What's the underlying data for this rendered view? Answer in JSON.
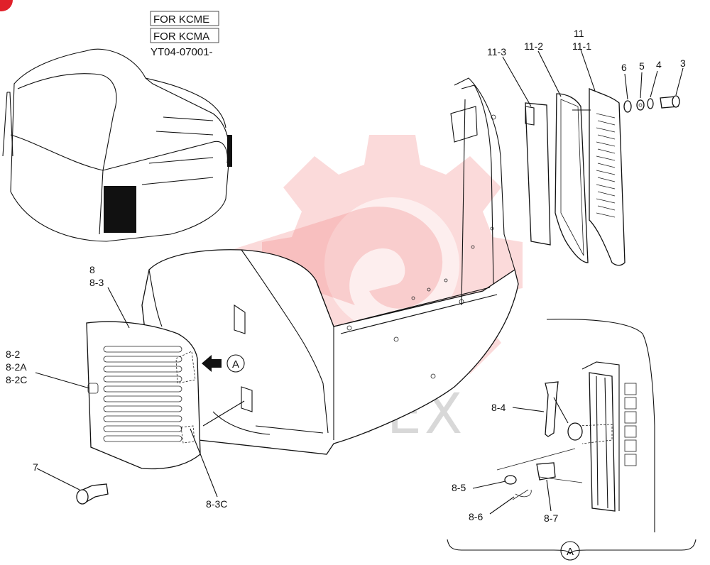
{
  "header": {
    "box1": "FOR KCME",
    "box2": "FOR KCMA",
    "serial": "YT04-07001-"
  },
  "corner_badge": {
    "color": "#e0202a"
  },
  "watermark": {
    "text": "ИНТЕХ",
    "color": "#f07a7a"
  },
  "callouts": {
    "p11": "11",
    "p11_1": "11-1",
    "p11_2": "11-2",
    "p11_3": "11-3",
    "p6": "6",
    "p5": "5",
    "p4": "4",
    "p3": "3",
    "p8": "8",
    "p8_3": "8-3",
    "p8_2": "8-2",
    "p8_2A": "8-2A",
    "p8_2C": "8-2C",
    "p7": "7",
    "p8_3C": "8-3C",
    "p8_4": "8-4",
    "p8_5": "8-5",
    "p8_6": "8-6",
    "p8_7": "8-7"
  },
  "detail_ref": {
    "arrow_label": "A",
    "bracket_label": "A"
  }
}
